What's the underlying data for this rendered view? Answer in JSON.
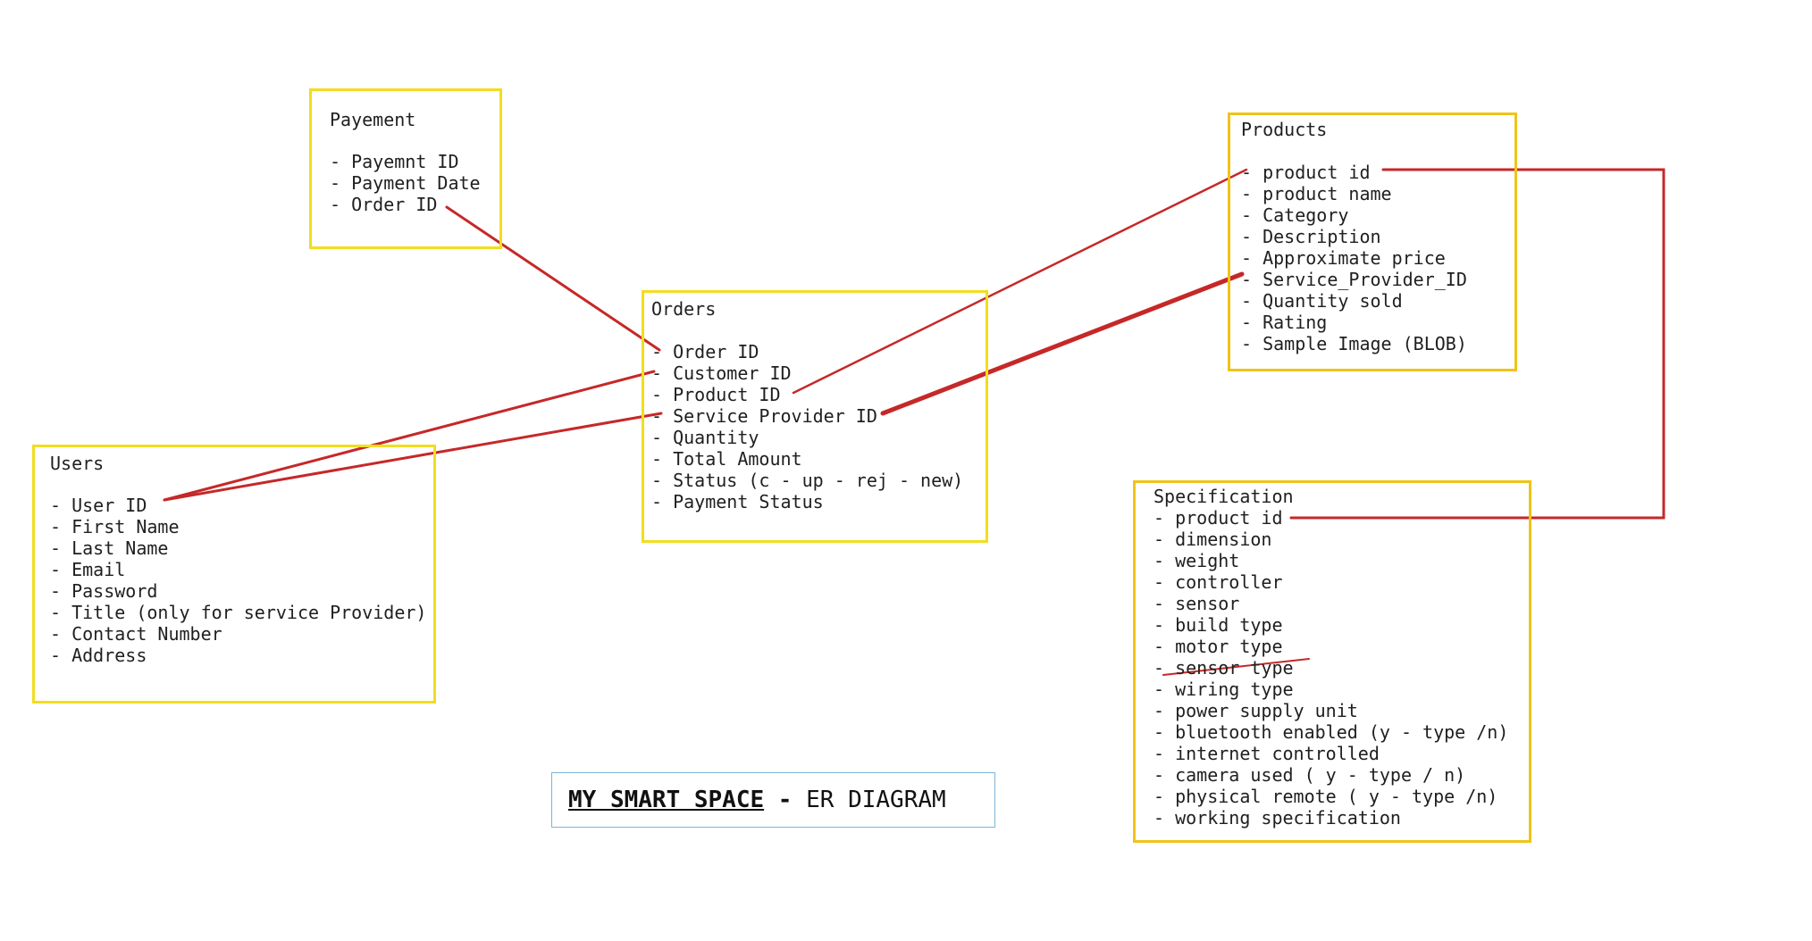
{
  "entities": {
    "payment": {
      "title": "Payement",
      "fields": [
        "Payemnt ID",
        "Payment Date",
        "Order ID"
      ]
    },
    "orders": {
      "title": "Orders",
      "fields": [
        "Order ID",
        "Customer ID",
        "Product ID",
        "Service Provider ID",
        "Quantity",
        "Total Amount",
        "Status (c - up - rej - new)",
        "Payment Status"
      ]
    },
    "users": {
      "title": "Users",
      "fields": [
        "User ID",
        "First Name",
        "Last Name",
        "Email",
        "Password",
        "Title (only for service Provider)",
        "Contact Number",
        "Address"
      ]
    },
    "products": {
      "title": "Products",
      "fields": [
        "product id",
        "product name",
        "Category",
        "Description",
        "Approximate price",
        "Service_Provider_ID",
        "Quantity sold",
        "Rating",
        "Sample Image (BLOB)"
      ]
    },
    "specification": {
      "title": "Specification",
      "fields": [
        "product id",
        "dimension",
        "weight",
        "controller",
        "sensor",
        "build type",
        "motor type",
        "sensor type",
        "wiring type",
        "power supply unit",
        "bluetooth enabled (y - type /n)",
        "internet controlled",
        "camera used ( y - type / n)",
        "physical remote ( y - type /n)",
        "working specification"
      ],
      "struck_field": "sensor type"
    }
  },
  "caption": {
    "strong": "MY SMART SPACE",
    "dash": " - ",
    "rest": "ER DIAGRAM"
  },
  "colors": {
    "entity_border": "#f1dd1f",
    "connector": "#c62828",
    "caption_border": "#7bb6d6"
  }
}
